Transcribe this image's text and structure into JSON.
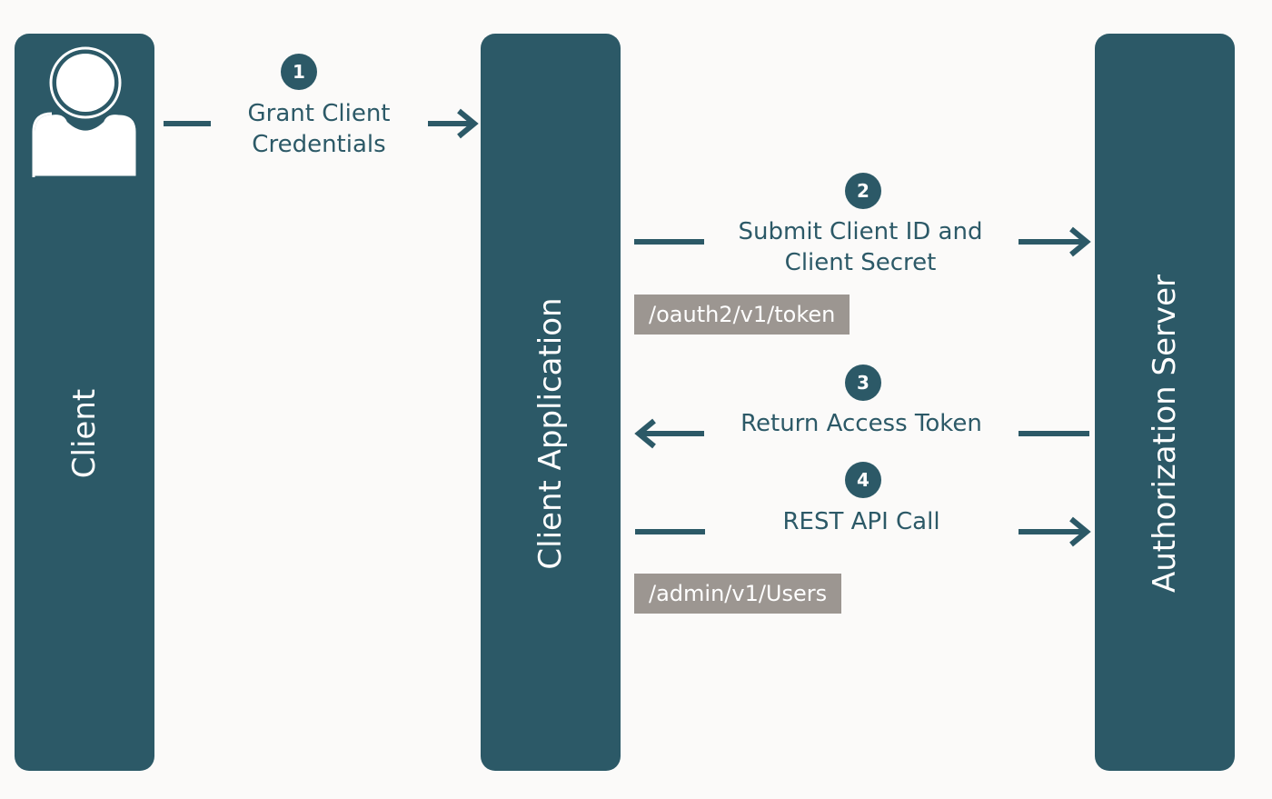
{
  "lanes": {
    "client": "Client",
    "client_application": "Client Application",
    "authorization_server": "Authorization Server"
  },
  "steps": [
    {
      "number": "1",
      "label_line1": "Grant Client",
      "label_line2": "Credentials"
    },
    {
      "number": "2",
      "label_line1": "Submit Client ID and",
      "label_line2": "Client Secret",
      "endpoint": "/oauth2/v1/token"
    },
    {
      "number": "3",
      "label_line1": "Return Access Token"
    },
    {
      "number": "4",
      "label_line1": "REST API Call",
      "endpoint": "/admin/v1/Users"
    }
  ],
  "colors": {
    "lane": "#2c5967",
    "background": "#fbfaf9",
    "endpoint": "#9c9691"
  },
  "icons": [
    "user-icon",
    "arrow-right-icon",
    "arrow-left-icon"
  ]
}
